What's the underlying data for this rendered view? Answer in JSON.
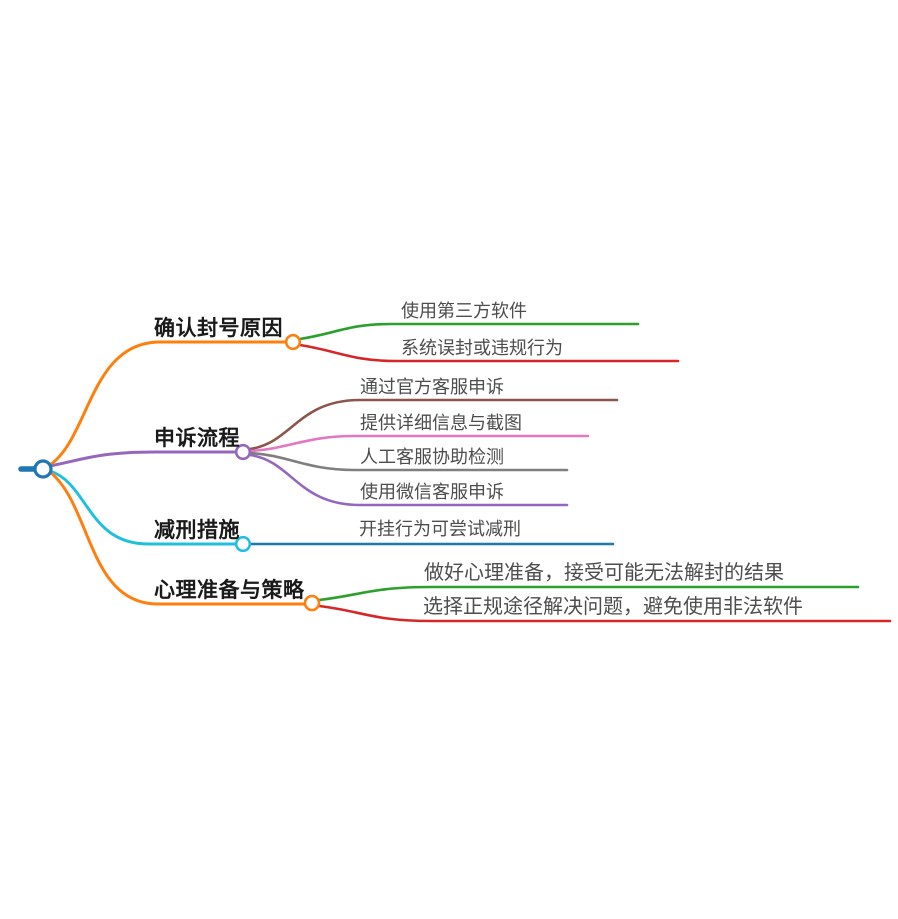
{
  "canvas": {
    "background": "#ffffff"
  },
  "root": {
    "color": "#1f77b4"
  },
  "branches": [
    {
      "label": "确认封号原因",
      "color": "#ff7f0e",
      "children": [
        {
          "label": "使用第三方软件",
          "color": "#2ca02c"
        },
        {
          "label": "系统误封或违规行为",
          "color": "#d62728"
        }
      ]
    },
    {
      "label": "申诉流程",
      "color": "#9467bd",
      "children": [
        {
          "label": "通过官方客服申诉",
          "color": "#8c564b"
        },
        {
          "label": "提供详细信息与截图",
          "color": "#e377c2"
        },
        {
          "label": "人工客服协助检测",
          "color": "#7f7f7f"
        },
        {
          "label": "使用微信客服申诉",
          "color": "#9467bd"
        }
      ]
    },
    {
      "label": "减刑措施",
      "color": "#20c0dc",
      "children": [
        {
          "label": "开挂行为可尝试减刑",
          "color": "#1f77b4"
        }
      ]
    },
    {
      "label": "心理准备与策略",
      "color": "#ff7f0e",
      "children": [
        {
          "label": "做好心理准备，接受可能无法解封的结果",
          "color": "#2ca02c"
        },
        {
          "label": "选择正规途径解决问题，避免使用非法软件",
          "color": "#d62728"
        }
      ]
    }
  ]
}
